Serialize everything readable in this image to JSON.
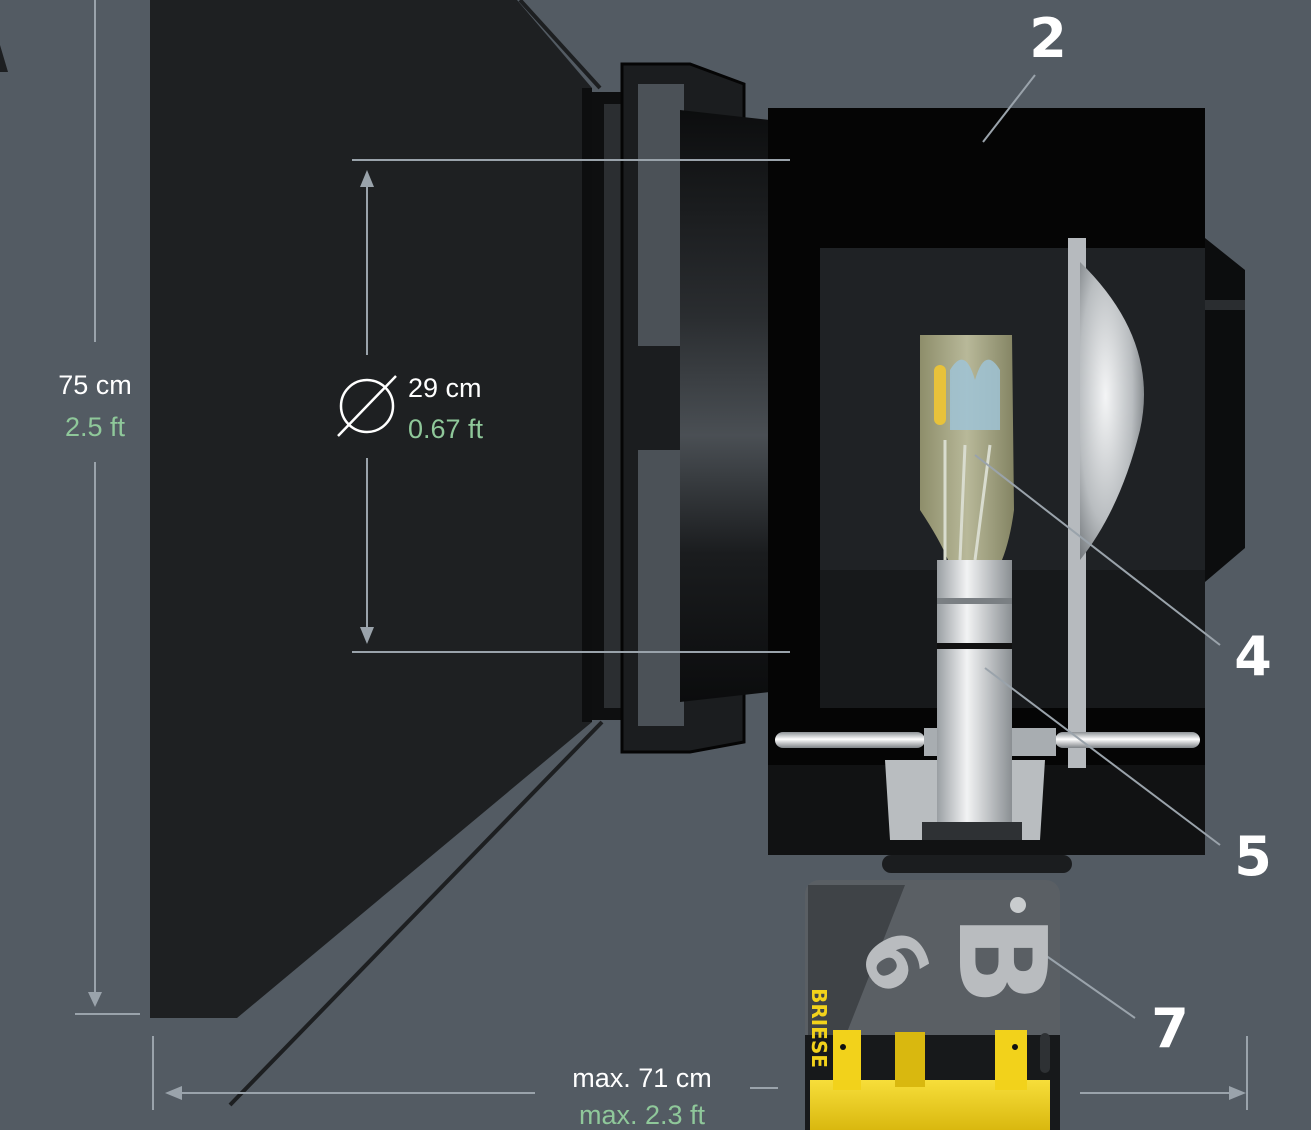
{
  "dimensions": {
    "height": {
      "metric": "75 cm",
      "imperial": "2.5 ft"
    },
    "lens_diameter": {
      "symbol": "Ø",
      "metric": "29 cm",
      "imperial": "0.67 ft"
    },
    "depth": {
      "metric": "max. 71 cm",
      "imperial": "max. 2.3 ft"
    }
  },
  "callouts": [
    "2",
    "4",
    "5",
    "7"
  ],
  "ballast": {
    "logo_letter": "B",
    "model_digit": "6",
    "brand": "BRIESE"
  },
  "colors": {
    "background": "#535b63",
    "dimension_line": "#9aa3ab",
    "metric_text": "#ffffff",
    "imperial_text": "#8fc89a",
    "callout": "#ffffff",
    "brand_yellow": "#f2d21b"
  }
}
